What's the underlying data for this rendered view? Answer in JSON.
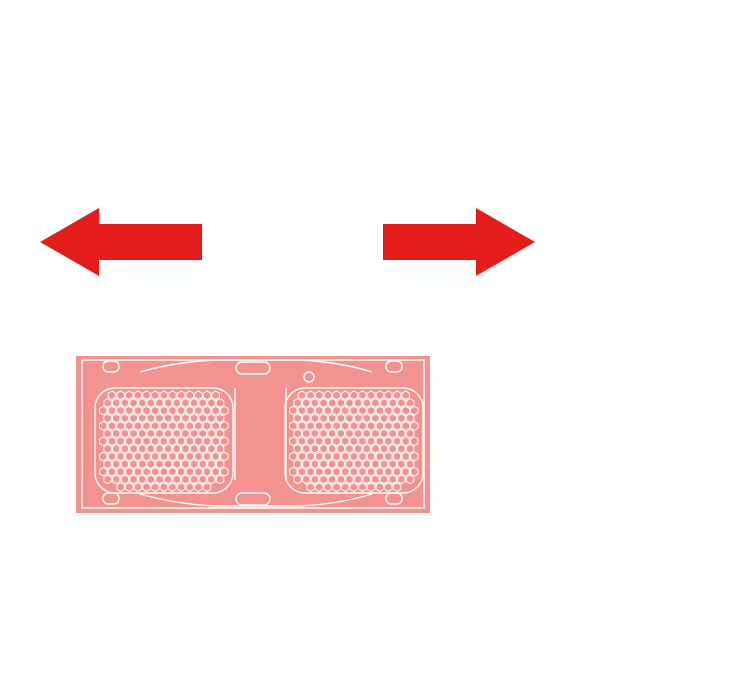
{
  "diagram": {
    "colors": {
      "background": "#ffffff",
      "arrow": "#e31e1a",
      "panel": "#f39390",
      "panel_line": "#ffffff"
    },
    "arrows": [
      {
        "id": "left",
        "direction": "left",
        "icon": "arrow-left-icon"
      },
      {
        "id": "right",
        "direction": "right",
        "icon": "arrow-right-icon"
      }
    ],
    "panel": {
      "icon": "fan-filter-panel-icon",
      "grilles": [
        {
          "id": "left",
          "pattern": "honeycomb"
        },
        {
          "id": "right",
          "pattern": "honeycomb"
        }
      ]
    }
  }
}
